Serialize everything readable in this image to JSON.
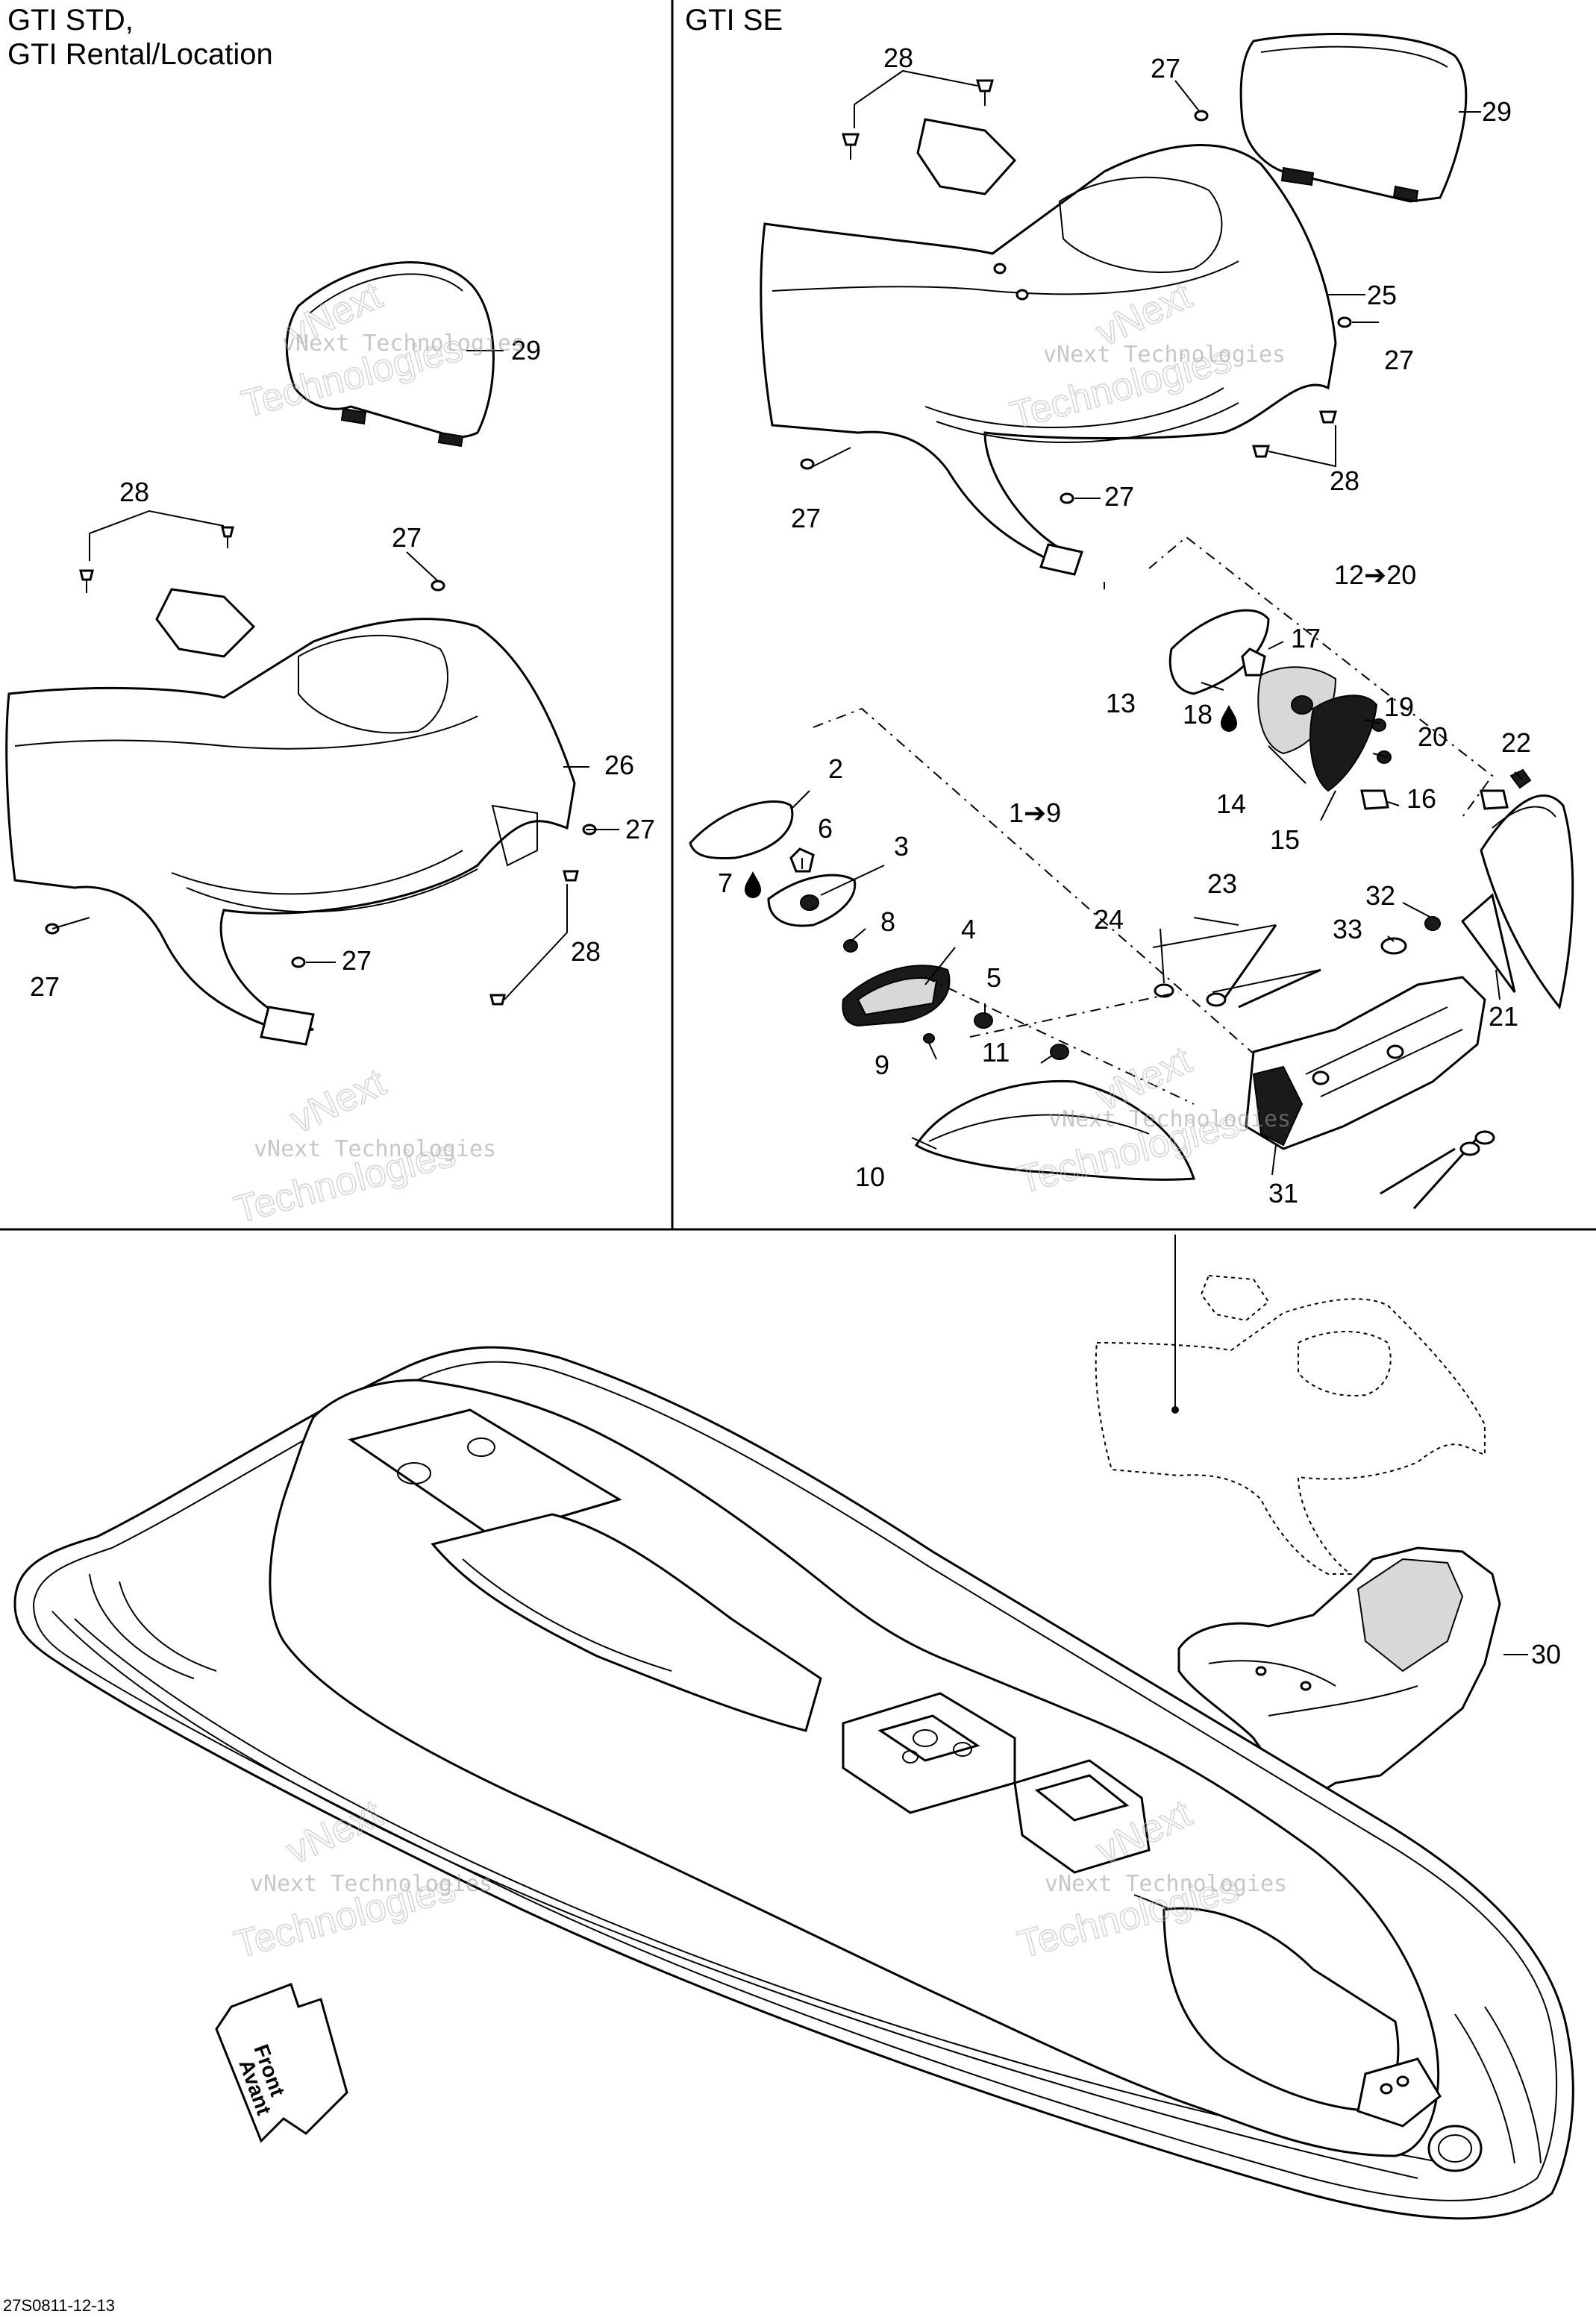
{
  "panels": {
    "left_title_line1": "GTI STD,",
    "left_title_line2": "GTI Rental/Location",
    "right_title": "GTI SE"
  },
  "watermark": {
    "line1": "vNext Technologies",
    "line2": "Technologies",
    "line3": "vNext"
  },
  "callouts": {
    "left": [
      "29",
      "28",
      "27",
      "26",
      "27",
      "27",
      "27",
      "28"
    ],
    "right": [
      "28",
      "27",
      "29",
      "25",
      "27",
      "27",
      "27",
      "28",
      "12➔20",
      "17",
      "13",
      "18",
      "19",
      "20",
      "22",
      "14",
      "15",
      "16",
      "2",
      "1➔9",
      "6",
      "3",
      "7",
      "8",
      "4",
      "5",
      "9",
      "11",
      "23",
      "24",
      "32",
      "33",
      "21",
      "10",
      "31"
    ],
    "bottom": [
      "30"
    ]
  },
  "direction_label": {
    "line1": "Front",
    "line2": "Avant"
  },
  "drawing_code": "27S0811-12-13"
}
